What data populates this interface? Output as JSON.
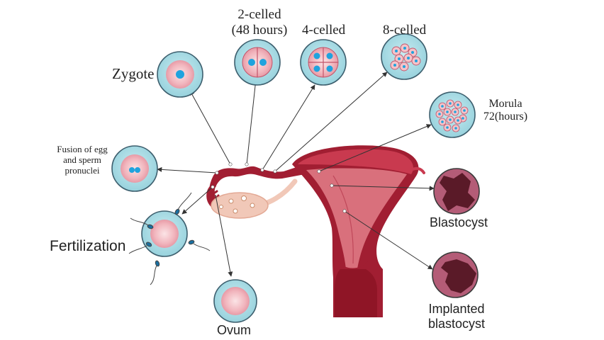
{
  "labels": {
    "zygote": "Zygote",
    "two_celled_line1": "2-celled",
    "two_celled_line2": "(48 hours)",
    "four_celled": "4-celled",
    "eight_celled": "8-celled",
    "morula_line1": "Morula",
    "morula_line2": "72(hours)",
    "fusion_line1": "Fusion of egg",
    "fusion_line2": "and sperm",
    "fusion_line3": "pronuclei",
    "fertilization": "Fertilization",
    "ovum": "Ovum",
    "blastocyst": "Blastocyst",
    "implanted_line1": "Implanted",
    "implanted_line2": "blastocyst"
  },
  "colors": {
    "cell_outer": "#a9dbe4",
    "cell_ring": "#3d5f6e",
    "cytoplasm": "#f1b9c0",
    "nucleus": "#1fa3de",
    "uterus_dark": "#a11e32",
    "uterus_light": "#d9707c",
    "ovary": "#f1c8b8",
    "blastocyst_inner": "#5a1a28",
    "blastocyst_outer": "#b45c77"
  }
}
